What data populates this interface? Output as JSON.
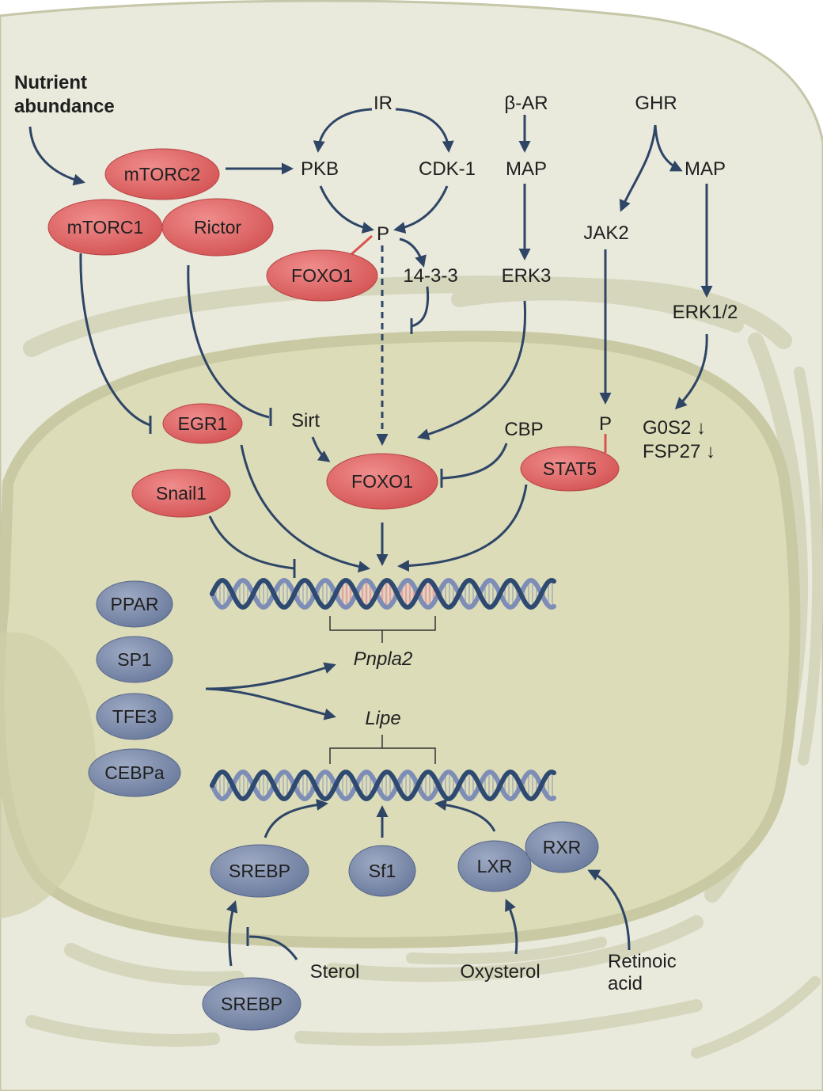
{
  "colors": {
    "cell_fill": "#e9e9dc",
    "er_band": "#d6d6bd",
    "nucleus_fill": "#dcdcb9",
    "nucleus_rim": "#c9c9a3",
    "red_protein": "#e06b6b",
    "blue_protein": "#7f8fae",
    "arrow": "#2e4566",
    "phospho_bar": "#d9534f",
    "dna_strand_a": "#7e8db5",
    "dna_strand_b": "#2f4a70",
    "dna_highlight": "#e8a0a8"
  },
  "nutrient": {
    "line1": "Nutrient",
    "line2": "abundance"
  },
  "red_proteins": {
    "mtorc2": "mTORC2",
    "mtorc1": "mTORC1",
    "rictor": "Rictor",
    "foxo1_cyto": "FOXO1",
    "egr1": "EGR1",
    "snail1": "Snail1",
    "foxo1_nuc": "FOXO1",
    "stat5": "STAT5"
  },
  "labels": {
    "ir": "IR",
    "pkb": "PKB",
    "cdk1": "CDK-1",
    "p_foxo": "P",
    "x1433": "14-3-3",
    "bar": "β-AR",
    "map_left": "MAP",
    "erk3": "ERK3",
    "ghr": "GHR",
    "map_right": "MAP",
    "jak2": "JAK2",
    "erk12": "ERK1/2",
    "sirt": "Sirt",
    "cbp": "CBP",
    "p_stat": "P",
    "g0s2": "G0S2 ↓",
    "fsp27": "FSP27 ↓",
    "pnpla2": "Pnpla2",
    "lipe": "Lipe",
    "sterol": "Sterol",
    "oxysterol": "Oxysterol",
    "retinoic_1": "Retinoic",
    "retinoic_2": "acid"
  },
  "blue_proteins": {
    "ppar": "PPAR",
    "sp1": "SP1",
    "tfe3": "TFE3",
    "cebpa": "CEBPa",
    "srebp_nuc": "SREBP",
    "sf1": "Sf1",
    "lxr": "LXR",
    "rxr": "RXR",
    "srebp_cyto": "SREBP"
  }
}
